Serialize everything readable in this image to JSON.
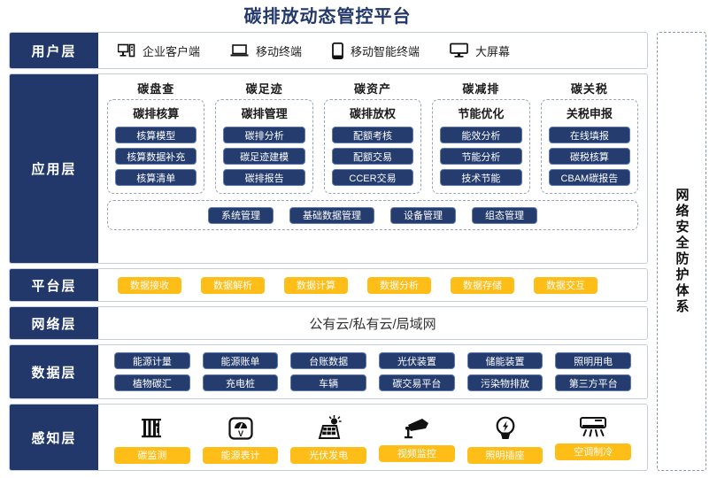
{
  "title": "碳排放动态管控平台",
  "security_bar": {
    "label": "网络安全防护体系"
  },
  "layers": {
    "user": {
      "label": "用户层",
      "items": [
        {
          "icon": "desktop-tower-icon",
          "label": "企业客户端"
        },
        {
          "icon": "laptop-icon",
          "label": "移动终端"
        },
        {
          "icon": "smartphone-icon",
          "label": "移动智能终端"
        },
        {
          "icon": "monitor-icon",
          "label": "大屏幕"
        }
      ]
    },
    "app": {
      "label": "应用层",
      "columns": [
        {
          "title": "碳盘查",
          "subtitle": "碳排核算",
          "items": [
            "核算模型",
            "核算数据补充",
            "核算清单"
          ]
        },
        {
          "title": "碳足迹",
          "subtitle": "碳排管理",
          "items": [
            "碳排分析",
            "碳足迹建模",
            "碳排报告"
          ]
        },
        {
          "title": "碳资产",
          "subtitle": "碳排放权",
          "items": [
            "配额考核",
            "配额交易",
            "CCER交易"
          ]
        },
        {
          "title": "碳减排",
          "subtitle": "节能优化",
          "items": [
            "能效分析",
            "节能分析",
            "技术节能"
          ]
        },
        {
          "title": "碳关税",
          "subtitle": "关税申报",
          "items": [
            "在线填报",
            "碳税核算",
            "CBAM碳报告"
          ]
        }
      ],
      "management": [
        "系统管理",
        "基础数据管理",
        "设备管理",
        "组态管理"
      ]
    },
    "platform": {
      "label": "平台层",
      "items": [
        "数据接收",
        "数据解析",
        "数据计算",
        "数据分析",
        "数据存储",
        "数据交互"
      ]
    },
    "network": {
      "label": "网络层",
      "text": "公有云/私有云/局域网"
    },
    "data": {
      "label": "数据层",
      "rows": [
        [
          "能源计量",
          "能源账单",
          "台账数据",
          "光伏装置",
          "储能装置",
          "照明用电"
        ],
        [
          "植物碳汇",
          "充电桩",
          "车辆",
          "碳交易平台",
          "污染物排放",
          "第三方平台"
        ]
      ]
    },
    "sense": {
      "label": "感知层",
      "items": [
        {
          "icon": "carbon-sensor-icon",
          "label": "碳监测"
        },
        {
          "icon": "meter-gauge-icon",
          "label": "能源表计"
        },
        {
          "icon": "solar-panel-icon",
          "label": "光伏发电"
        },
        {
          "icon": "cctv-camera-icon",
          "label": "视频监控"
        },
        {
          "icon": "lightbulb-bolt-icon",
          "label": "照明插座"
        },
        {
          "icon": "air-conditioner-icon",
          "label": "空调制冷"
        }
      ]
    }
  },
  "colors": {
    "navy": "#22386b",
    "pill_navy": "#243c6e",
    "pill_border": "#5f7ab0",
    "amber": "#febd17",
    "frame_border": "#c6cede",
    "dashed_border": "#9aa4bb"
  }
}
